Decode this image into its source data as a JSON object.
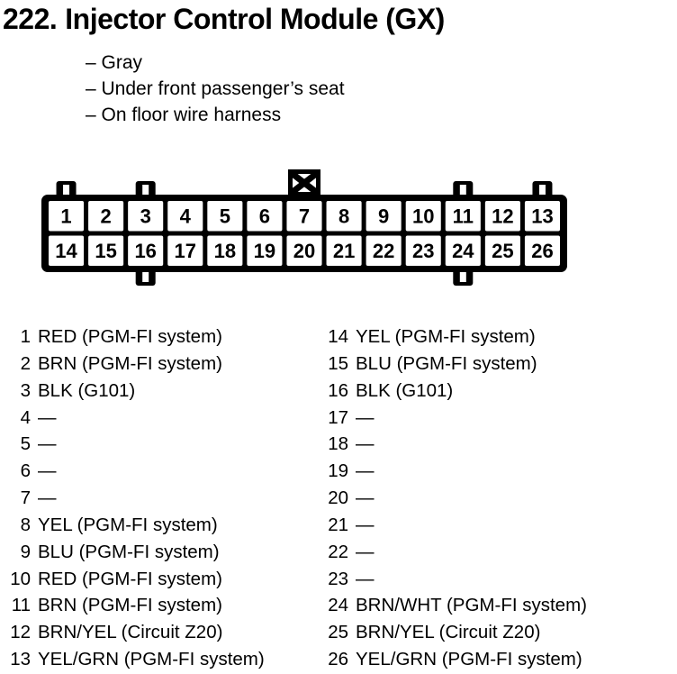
{
  "title": {
    "number": "222.",
    "text": "Injector Control Module (GX)"
  },
  "location_notes": [
    "– Gray",
    "– Under front passenger’s seat",
    "– On floor wire harness"
  ],
  "connector": {
    "rows": [
      [
        "1",
        "2",
        "3",
        "4",
        "5",
        "6",
        "7",
        "8",
        "9",
        "10",
        "11",
        "12",
        "13"
      ],
      [
        "14",
        "15",
        "16",
        "17",
        "18",
        "19",
        "20",
        "21",
        "22",
        "23",
        "24",
        "25",
        "26"
      ]
    ],
    "top_tab_pins": [
      1,
      3,
      11,
      13
    ],
    "keying_tab_pin": 7,
    "bottom_tab_pins": [
      16,
      24
    ]
  },
  "pins": {
    "left": [
      {
        "num": "1",
        "desc": "RED (PGM-FI system)"
      },
      {
        "num": "2",
        "desc": "BRN (PGM-FI system)"
      },
      {
        "num": "3",
        "desc": "BLK (G101)"
      },
      {
        "num": "4",
        "desc": "—"
      },
      {
        "num": "5",
        "desc": "—"
      },
      {
        "num": "6",
        "desc": "—"
      },
      {
        "num": "7",
        "desc": "—"
      },
      {
        "num": "8",
        "desc": "YEL (PGM-FI system)"
      },
      {
        "num": "9",
        "desc": "BLU (PGM-FI system)"
      },
      {
        "num": "10",
        "desc": "RED (PGM-FI system)"
      },
      {
        "num": "11",
        "desc": "BRN (PGM-FI system)"
      },
      {
        "num": "12",
        "desc": "BRN/YEL (Circuit Z20)"
      },
      {
        "num": "13",
        "desc": "YEL/GRN (PGM-FI system)"
      }
    ],
    "right": [
      {
        "num": "14",
        "desc": "YEL (PGM-FI system)"
      },
      {
        "num": "15",
        "desc": "BLU (PGM-FI system)"
      },
      {
        "num": "16",
        "desc": "BLK (G101)"
      },
      {
        "num": "17",
        "desc": "—"
      },
      {
        "num": "18",
        "desc": "—"
      },
      {
        "num": "19",
        "desc": "—"
      },
      {
        "num": "20",
        "desc": "—"
      },
      {
        "num": "21",
        "desc": "—"
      },
      {
        "num": "22",
        "desc": "—"
      },
      {
        "num": "23",
        "desc": "—"
      },
      {
        "num": "24",
        "desc": "BRN/WHT (PGM-FI system)"
      },
      {
        "num": "25",
        "desc": "BRN/YEL (Circuit Z20)"
      },
      {
        "num": "26",
        "desc": "YEL/GRN (PGM-FI system)"
      }
    ]
  },
  "colors": {
    "ink": "#000000",
    "paper": "#ffffff"
  }
}
